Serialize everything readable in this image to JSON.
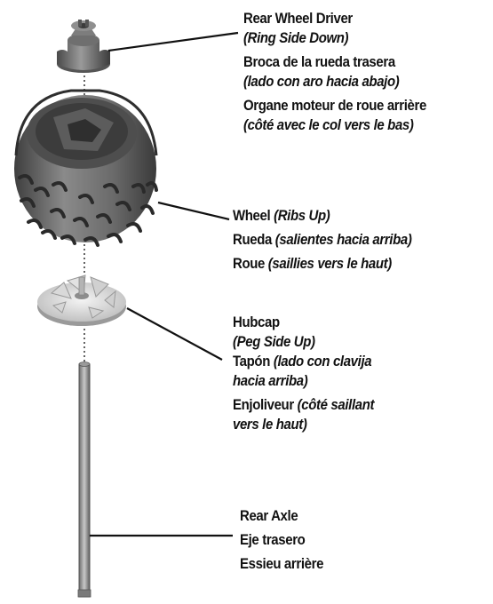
{
  "driver": {
    "line1": "Rear Wheel Driver",
    "line2": "(Ring Side Down)",
    "line3": "Broca de la rueda trasera",
    "line4": "(lado con aro hacia abajo)",
    "line5": "Organe moteur de roue arrière",
    "line6": "(côté avec le col vers le bas)"
  },
  "wheel": {
    "en_main": "Wheel",
    "en_note": "(Ribs Up)",
    "es_main": "Rueda",
    "es_note": "(salientes hacia arriba)",
    "fr_main": "Roue",
    "fr_note": "(saillies vers le haut)"
  },
  "hubcap": {
    "en_main": "Hubcap",
    "en_note": "(Peg Side Up)",
    "es_main": "Tapón",
    "es_note_a": "(lado con clavija",
    "es_note_b": "hacia arriba)",
    "fr_main": "Enjoliveur",
    "fr_note_a": "(côté saillant",
    "fr_note_b": "vers le haut)"
  },
  "axle": {
    "line1": "Rear Axle",
    "line2": "Eje trasero",
    "line3": "Essieu arrière"
  }
}
